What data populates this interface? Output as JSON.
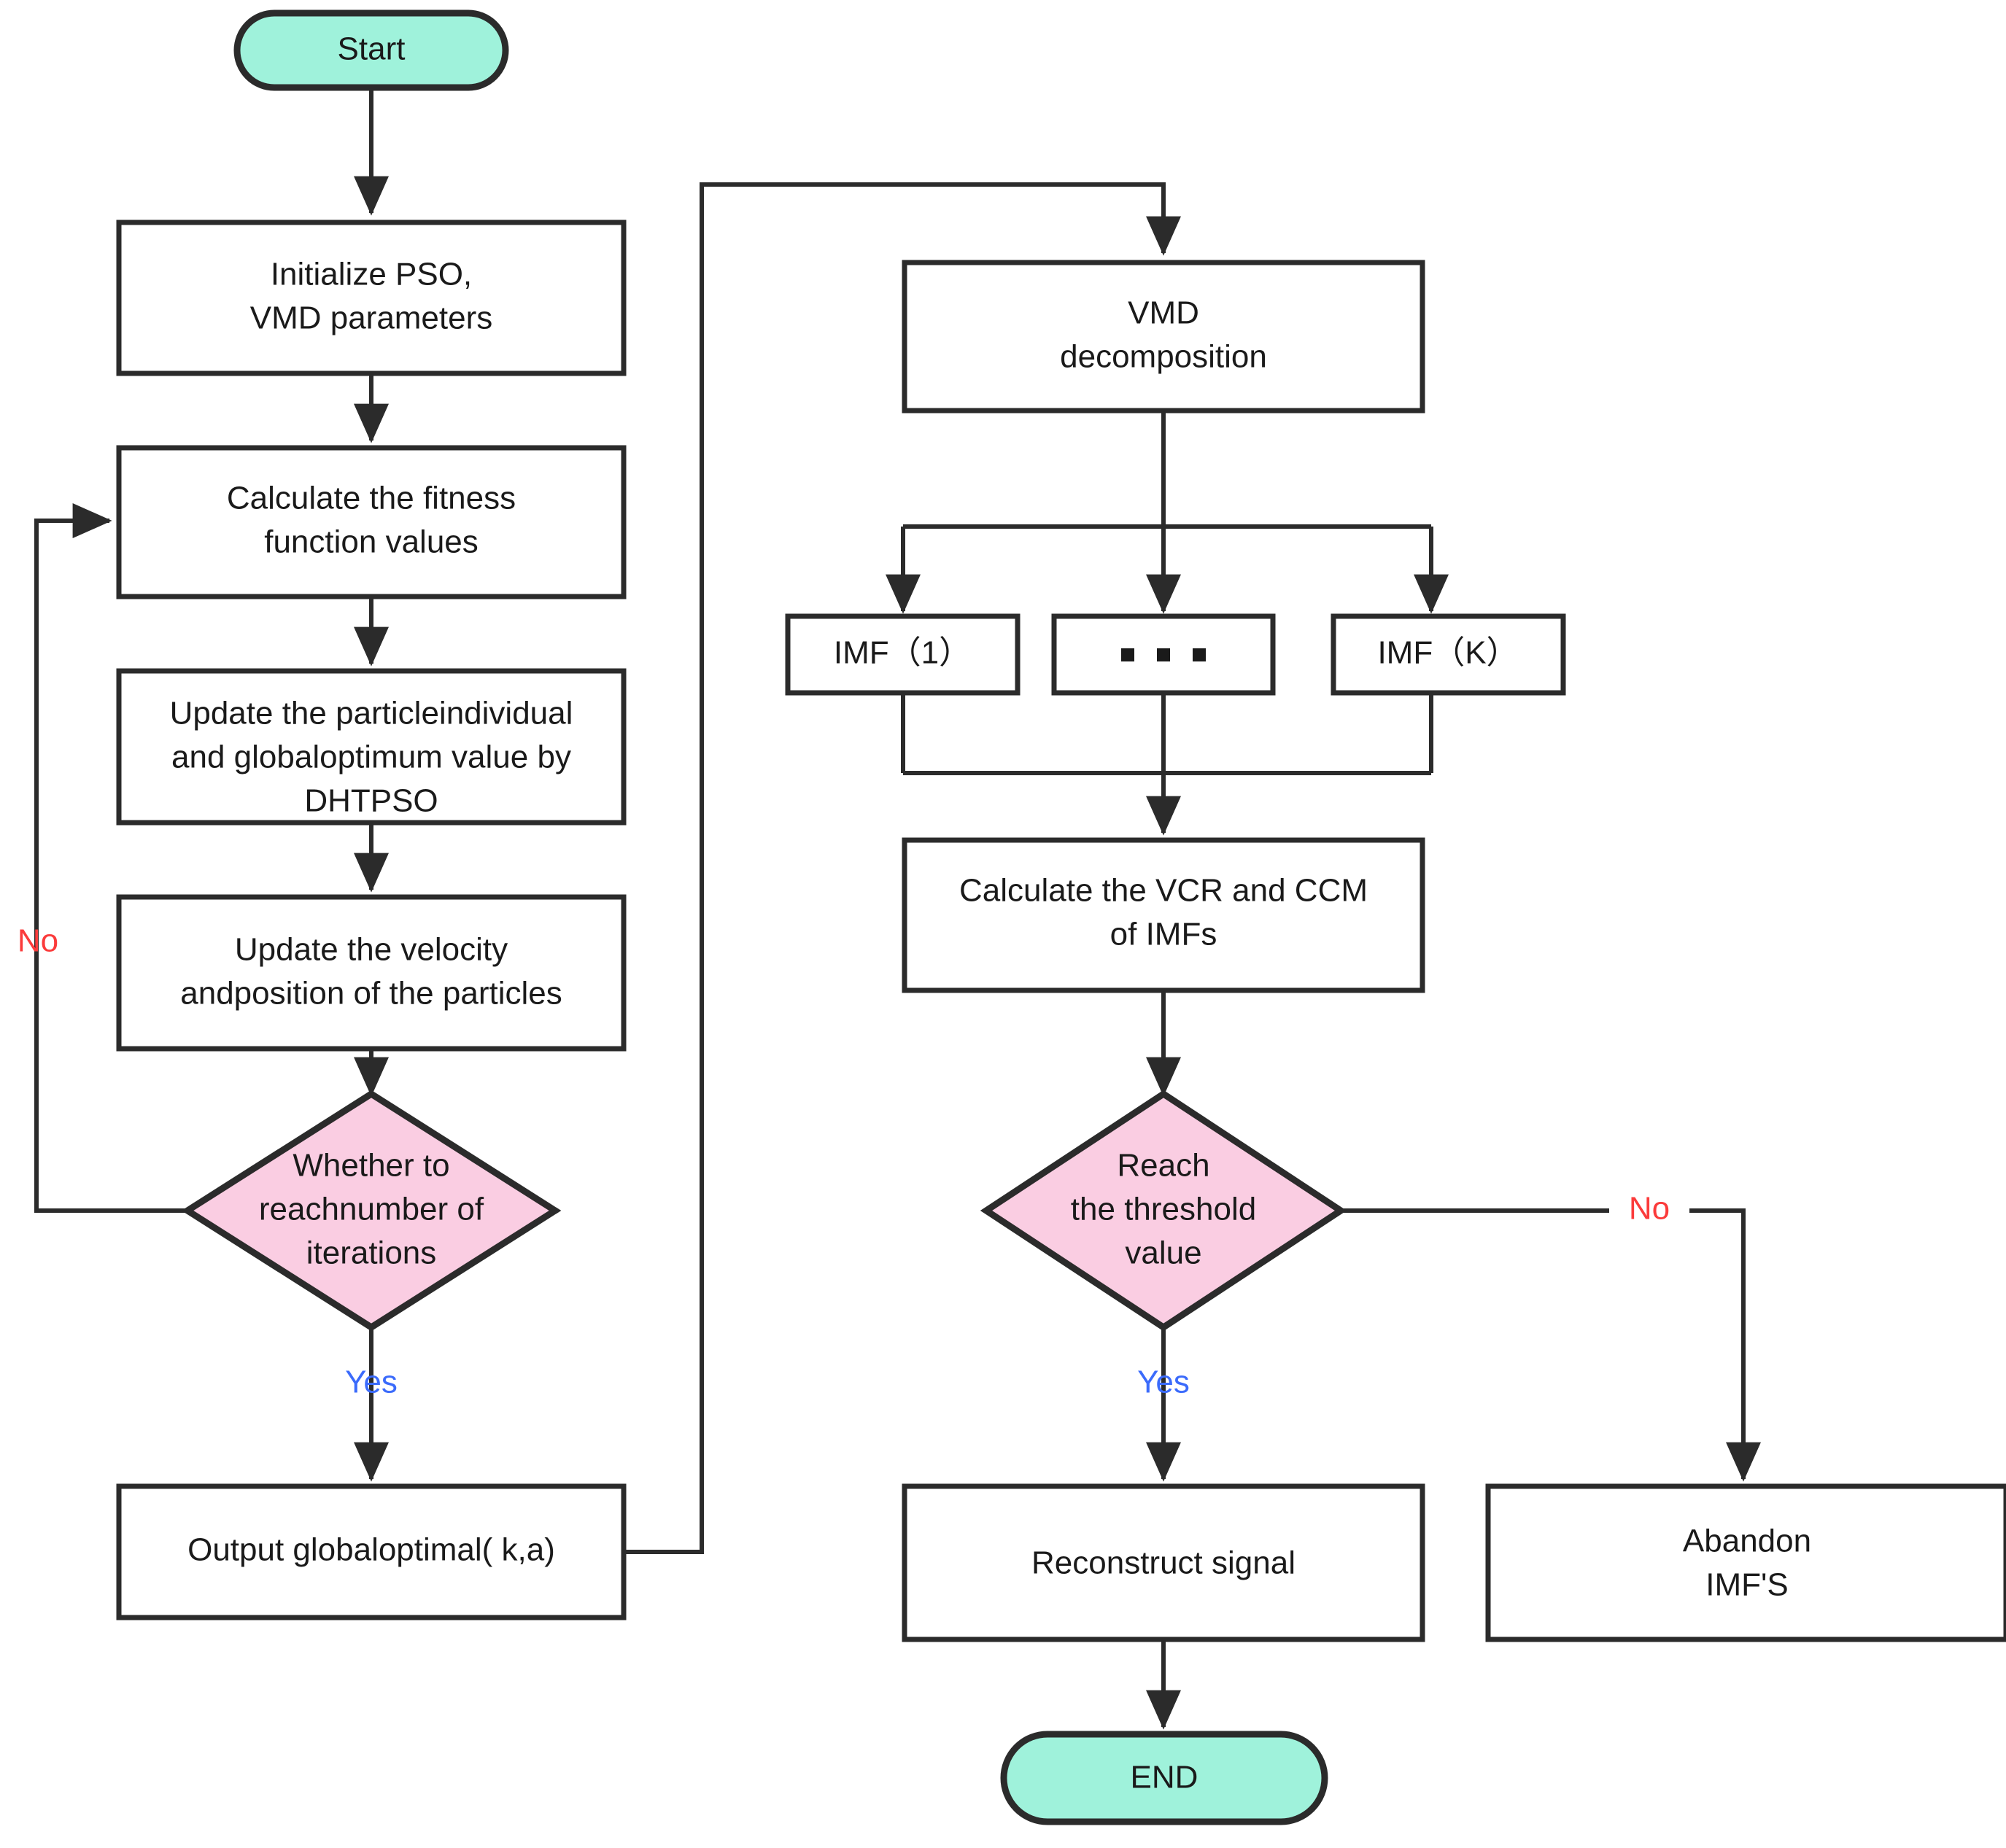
{
  "diagram": {
    "title": "PSO-VMD signal decomposition flowchart",
    "type": "flowchart",
    "colors": {
      "terminator_fill": "#9FF2DB",
      "decision_fill": "#FACDE2",
      "process_fill": "#FFFFFF",
      "stroke": "#2B2B2B",
      "yes_label": "#3B6BFB",
      "no_label": "#FB3B3B",
      "background": "#FFFFFF"
    },
    "nodes": [
      {
        "id": "start",
        "shape": "terminator",
        "lines": [
          "Start"
        ]
      },
      {
        "id": "init",
        "shape": "process",
        "lines": [
          "Initialize PSO,",
          "VMD parameters"
        ]
      },
      {
        "id": "fitness",
        "shape": "process",
        "lines": [
          "Calculate the fitness",
          "function values"
        ]
      },
      {
        "id": "updatebest",
        "shape": "process",
        "lines": [
          "Update the particleindividual",
          "and globaloptimum value by",
          "DHTPSO"
        ]
      },
      {
        "id": "updatevel",
        "shape": "process",
        "lines": [
          "Update the velocity",
          "andposition of the particles"
        ]
      },
      {
        "id": "iterdec",
        "shape": "decision",
        "lines": [
          "Whether to",
          "reachnumber of",
          "iterations"
        ]
      },
      {
        "id": "outputopt",
        "shape": "process",
        "lines": [
          "Output globaloptimal( k,a)"
        ]
      },
      {
        "id": "vmd",
        "shape": "process",
        "lines": [
          "VMD",
          "decomposition"
        ]
      },
      {
        "id": "imf1",
        "shape": "process",
        "lines": [
          "IMF（1）"
        ]
      },
      {
        "id": "imfdots",
        "shape": "process",
        "lines": [
          "..."
        ]
      },
      {
        "id": "imfk",
        "shape": "process",
        "lines": [
          "IMF（K）"
        ]
      },
      {
        "id": "vcrccm",
        "shape": "process",
        "lines": [
          "Calculate the VCR and CCM",
          "of IMFs"
        ]
      },
      {
        "id": "threshdec",
        "shape": "decision",
        "lines": [
          "Reach",
          "the threshold",
          "value"
        ]
      },
      {
        "id": "reconstruct",
        "shape": "process",
        "lines": [
          "Reconstruct signal"
        ]
      },
      {
        "id": "abandon",
        "shape": "process",
        "lines": [
          "Abandon",
          "IMF'S"
        ]
      },
      {
        "id": "end",
        "shape": "terminator",
        "lines": [
          "END"
        ]
      }
    ],
    "edge_labels": {
      "iter_no": "No",
      "iter_yes": "Yes",
      "thresh_no": "No",
      "thresh_yes": "Yes"
    }
  }
}
